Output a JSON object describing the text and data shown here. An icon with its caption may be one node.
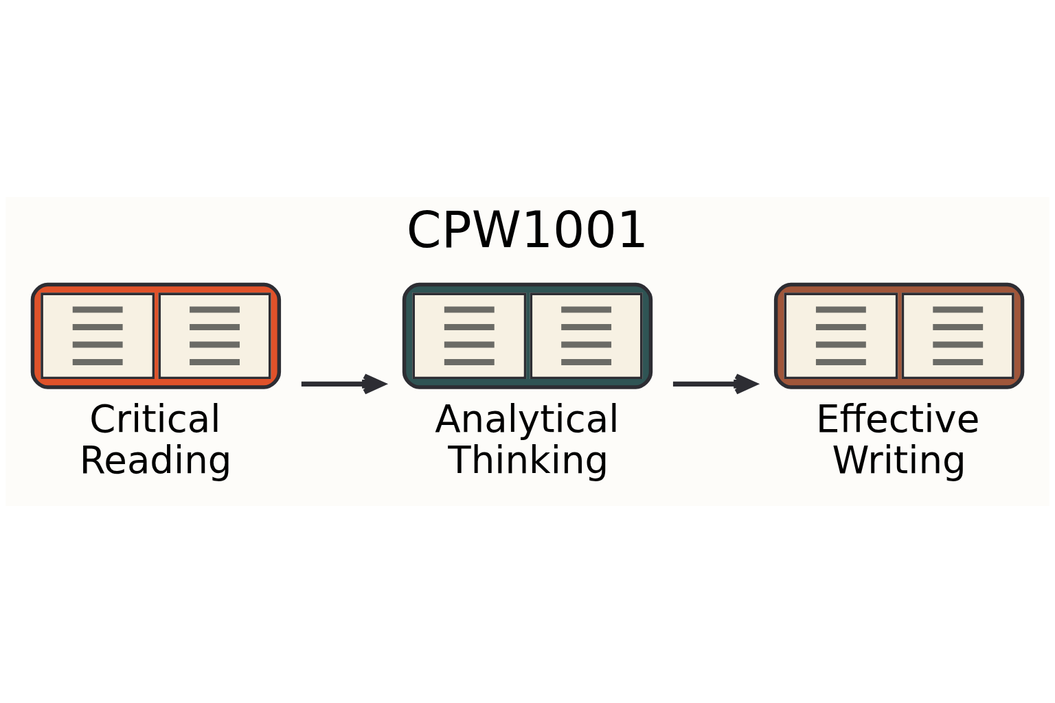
{
  "diagram": {
    "title": "CPW1001",
    "nodes": [
      {
        "text": [],
        "shape": "picture",
        "beside": [
          "Critical Reading"
        ]
      },
      {
        "text": [],
        "shape": "picture",
        "beside": [
          "Analytical Thinking"
        ]
      },
      {
        "text": [],
        "shape": "picture",
        "beside": [
          "Effective Writing"
        ]
      }
    ],
    "edges": [
      {
        "from": 0,
        "to": 1,
        "arrow": "to"
      },
      {
        "from": 1,
        "to": 2,
        "arrow": "to"
      }
    ]
  }
}
